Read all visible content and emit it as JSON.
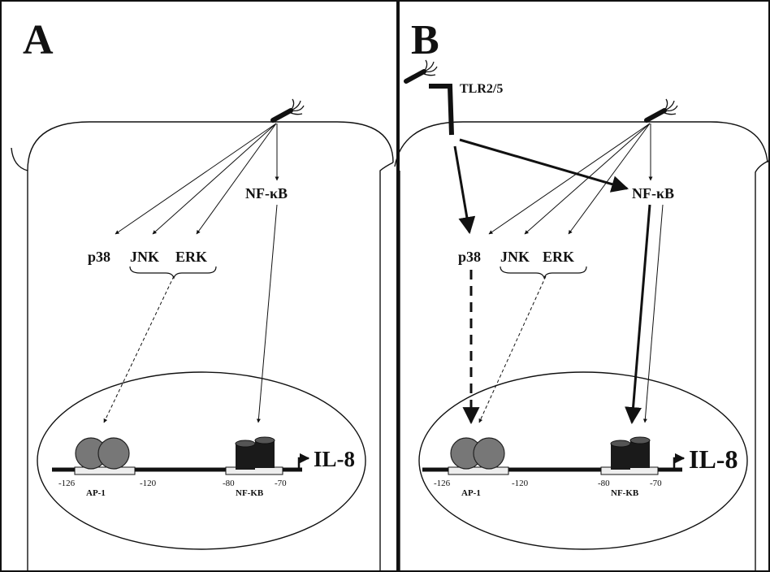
{
  "panel_a": {
    "letter": "A",
    "nfkb": "NF-κB",
    "p38": "p38",
    "jnk": "JNK",
    "erk": "ERK",
    "pos_ap1_left": "-126",
    "pos_ap1_right": "-120",
    "ap1": "AP-1",
    "pos_nfkb_left": "-80",
    "pos_nfkb_right": "-70",
    "nfkb_site": "NF-KB",
    "gene": "IL-8"
  },
  "panel_b": {
    "letter": "B",
    "receptor": "TLR2/5",
    "nfkb": "NF-κB",
    "p38": "p38",
    "jnk": "JNK",
    "erk": "ERK",
    "pos_ap1_left": "-126",
    "pos_ap1_right": "-120",
    "ap1": "AP-1",
    "pos_nfkb_left": "-80",
    "pos_nfkb_right": "-70",
    "nfkb_site": "NF-KB",
    "gene": "IL-8"
  },
  "colors": {
    "line": "#111111",
    "ap1_protein": "#777777",
    "nfkb_protein": "#1a1a1a",
    "site_box": "#eeeeee"
  },
  "icons": [
    "bacterium-icon",
    "bent-arrow-icon"
  ]
}
